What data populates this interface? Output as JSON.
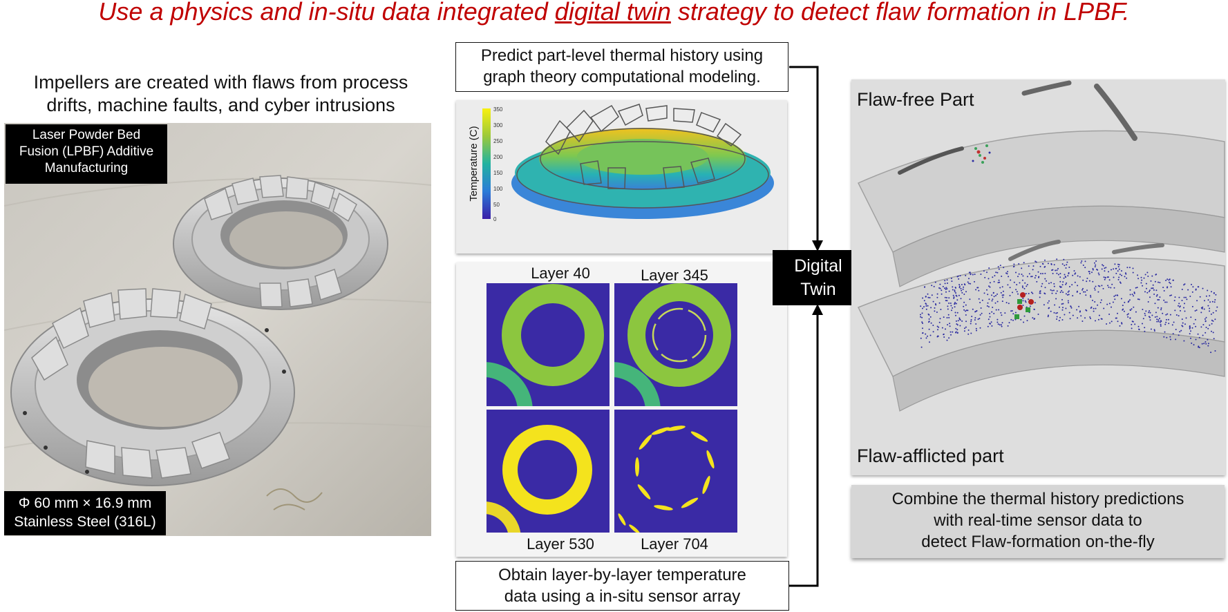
{
  "title": {
    "part1": "Use a physics and in-situ data integrated ",
    "underline": "digital twin",
    "part2": " strategy to detect flaw formation in LPBF."
  },
  "left": {
    "caption_line1": "Impellers are created with flaws from process",
    "caption_line2": "drifts, machine faults, and cyber intrusions",
    "tag_process_line1": "Laser Powder Bed",
    "tag_process_line2": "Fusion (LPBF) Additive",
    "tag_process_line3": "Manufacturing",
    "tag_dims_line1": "Φ 60 mm × 16.9 mm",
    "tag_dims_line2": "Stainless Steel (316L)"
  },
  "center": {
    "predict_line1": "Predict part-level thermal history using",
    "predict_line2": "graph theory computational modeling.",
    "colorbar_label": "Temperature (C)",
    "colorbar_ticks": [
      "350",
      "300",
      "250",
      "200",
      "150",
      "100",
      "50",
      "0"
    ],
    "layer_labels": [
      "Layer 40",
      "Layer 345",
      "Layer 530",
      "Layer 704"
    ],
    "obtain_line1": "Obtain layer-by-layer temperature",
    "obtain_line2": "data using a in-situ sensor array"
  },
  "digital_twin": {
    "line1": "Digital",
    "line2": "Twin"
  },
  "right": {
    "flaw_free_label": "Flaw-free Part",
    "flaw_afflicted_label": "Flaw-afflicted part",
    "combine_line1": "Combine the thermal history predictions",
    "combine_line2": "with real-time sensor data to",
    "combine_line3": "detect Flaw-formation on-the-fly"
  },
  "colors": {
    "title_red": "#c00000",
    "viridis_dark": "#3a2aa5",
    "viridis_green": "#8cc63f",
    "viridis_yellow": "#f4e31d",
    "point_blue": "#2a2aa0"
  }
}
